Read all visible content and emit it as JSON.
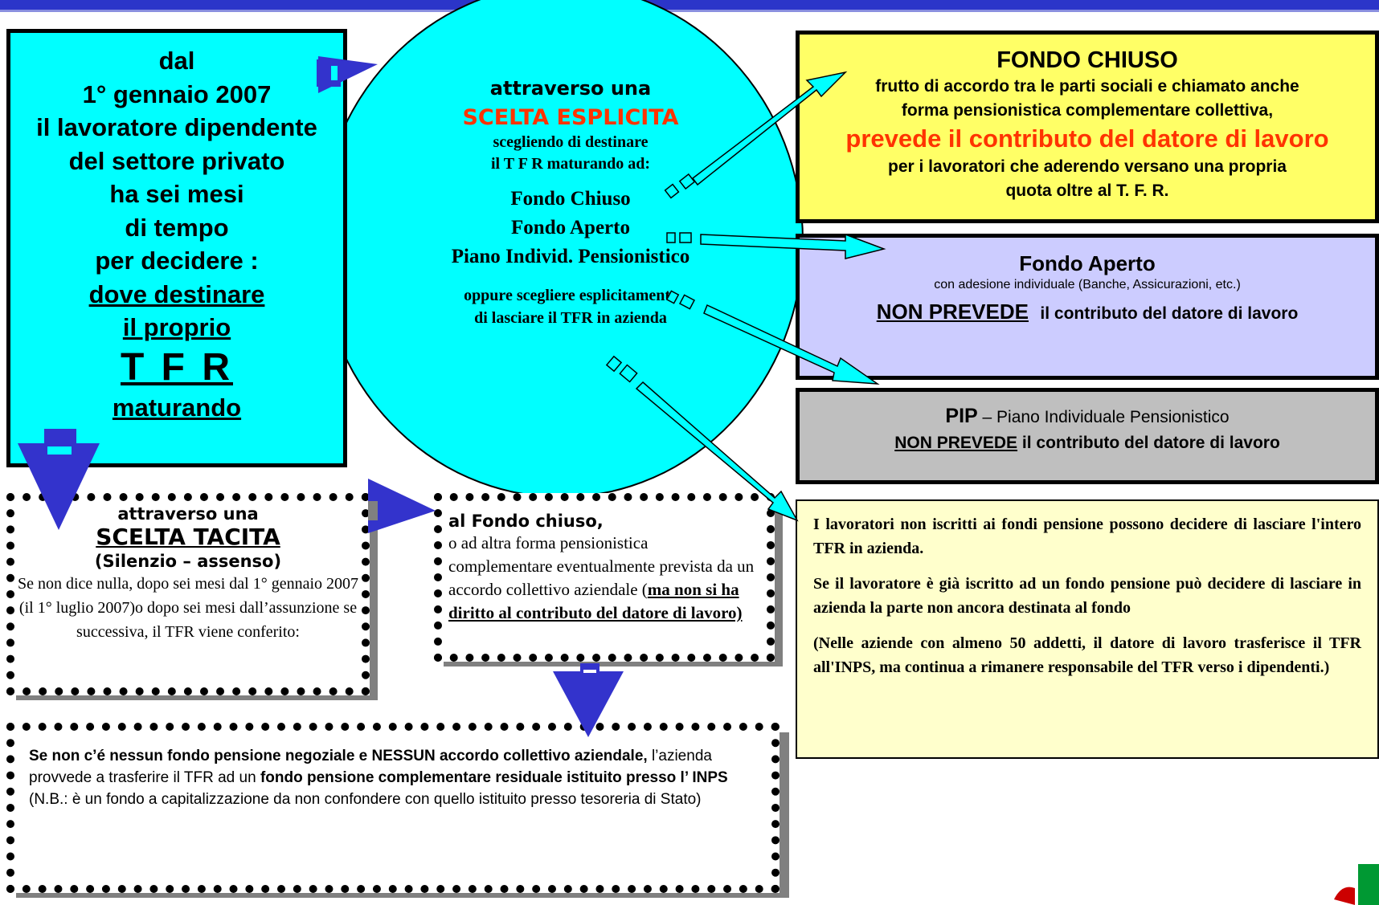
{
  "left_box": {
    "lines": [
      "dal",
      "1° gennaio 2007",
      "il lavoratore dipendente",
      "del settore privato",
      "ha sei mesi",
      "di tempo",
      "per decidere :"
    ],
    "underlined": [
      "dove destinare",
      "il proprio"
    ],
    "tfr": "T F R",
    "maturando": "maturando"
  },
  "circle": {
    "intro": "attraverso  una",
    "choice": "SCELTA ESPLICITA",
    "dest1": "scegliendo di destinare",
    "dest2": "il T F R maturando ad:",
    "opt1": "Fondo Chiuso",
    "opt2": "Fondo Aperto",
    "opt3": "Piano Individ. Pensionistico",
    "alt1": "oppure scegliere esplicitamente",
    "alt2": "di lasciare il TFR in azienda"
  },
  "fondo_chiuso": {
    "title": "FONDO CHIUSO",
    "l1": "frutto di accordo tra le parti sociali e chiamato anche",
    "l2": "forma pensionistica complementare collettiva,",
    "red": "prevede  il contributo del datore di lavoro",
    "l3": "per i lavoratori che aderendo versano una propria",
    "l4": "quota oltre al  T. F. R."
  },
  "fondo_aperto": {
    "title": "Fondo Aperto",
    "sub": "con adesione individuale (Banche, Assicurazioni, etc.)",
    "np": "NON PREVEDE",
    "rest": "il contributo del  datore di lavoro"
  },
  "pip": {
    "abbr": "PIP",
    "dash": " – Piano Individuale Pensionistico",
    "np": "NON PREVEDE",
    "rest": " il contributo del  datore di lavoro"
  },
  "note": {
    "p1": "I lavoratori non iscritti ai fondi pensione possono decidere di lasciare l'intero TFR in azienda.",
    "p2": "Se il lavoratore è già iscritto ad un fondo pensione può decidere di lasciare in azienda la parte non ancora  destinata al fondo",
    "p3": "(Nelle aziende con almeno 50 addetti, il datore di lavoro trasferisce il TFR all'INPS, ma continua a rimanere responsabile del TFR verso i dipendenti.)"
  },
  "tacita": {
    "intro": "attraverso una",
    "choice": "SCELTA TACITA",
    "paren": "(Silenzio – assenso)",
    "text": "Se non dice nulla, dopo sei mesi dal 1° gennaio 2007 (il 1° luglio 2007)o dopo sei mesi dall’assunzione se successiva, il TFR viene conferito:"
  },
  "fondo_tacito": {
    "title": "al Fondo chiuso,",
    "text": "o ad altra forma pensionistica complementare eventualmente prevista da un accordo collettivo aziendale (",
    "bu": "ma non si ha diritto al contributo del datore di lavoro)"
  },
  "inps": {
    "b1": "Se non c’é nessun fondo pensione negoziale  e NESSUN accordo collettivo aziendale,",
    "t1": " l’azienda provvede a trasferire il TFR ad un ",
    "b2": "fondo pensione complementare residuale istituito presso l’ INPS",
    "t2": "(N.B.: è un fondo a capitalizzazione da non confondere con quello istituito presso tesoreria di Stato)"
  },
  "colors": {
    "cyan": "#00ffff",
    "yellow": "#ffff66",
    "lavender": "#ccccff",
    "gray": "#bfbfbf",
    "pale_yellow": "#ffffcc",
    "blue_arrow": "#3333cc",
    "red": "#ff3300"
  }
}
